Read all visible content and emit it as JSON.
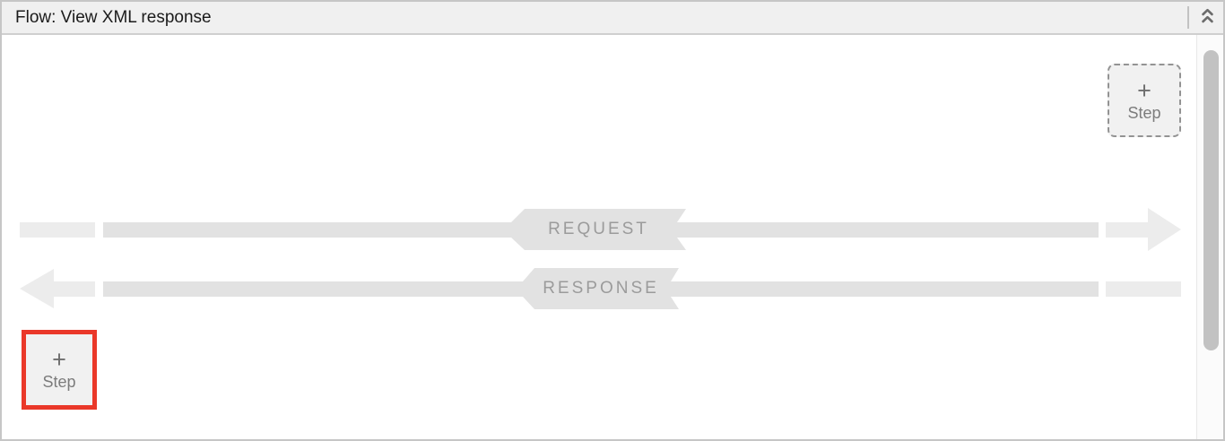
{
  "header": {
    "title": "Flow: View XML response",
    "collapse_icon": "chevron-double-up"
  },
  "flow": {
    "request": {
      "label": "REQUEST",
      "direction": "left-to-right"
    },
    "response": {
      "label": "RESPONSE",
      "direction": "right-to-left"
    }
  },
  "buttons": {
    "add_step_request": {
      "plus_glyph": "+",
      "label": "Step",
      "style": "dashed"
    },
    "add_step_response": {
      "plus_glyph": "+",
      "label": "Step",
      "highlighted": true
    }
  },
  "colors": {
    "highlight_red": "#ea3829",
    "flow_bar": "#e2e2e2",
    "flow_light": "#ececec",
    "banner_text": "#9b9b9b",
    "header_bg": "#f0f0f0",
    "header_border": "#cfcfcf",
    "window_border": "#c6c6c6",
    "button_bg": "#f1f1f1",
    "scrollbar_thumb": "#c2c2c2"
  }
}
